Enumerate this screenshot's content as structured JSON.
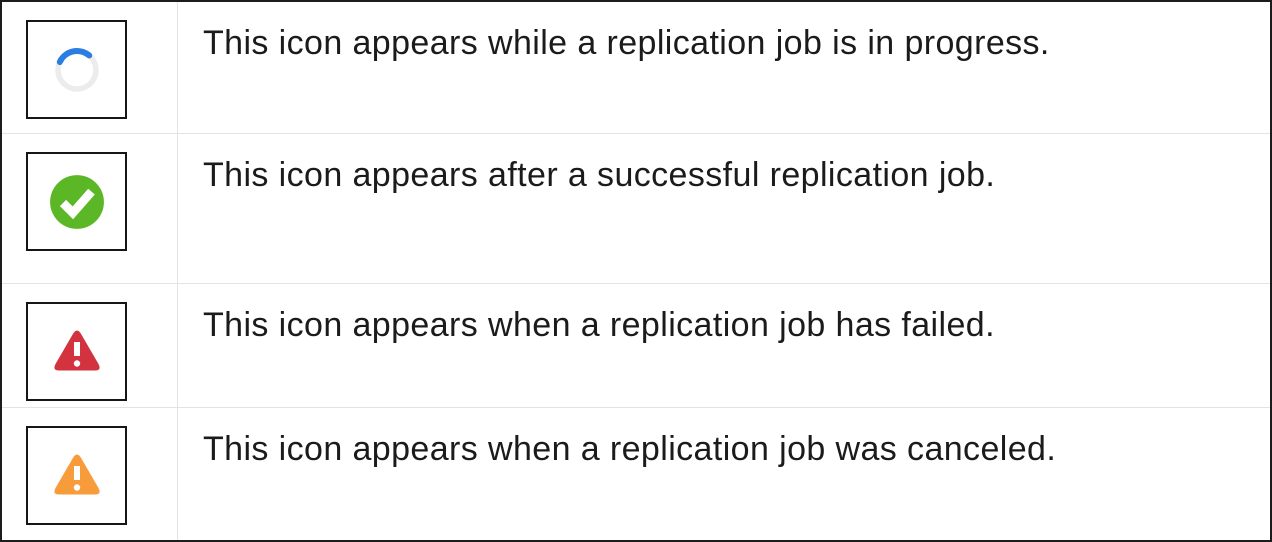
{
  "table": {
    "rows": [
      {
        "icon": "in-progress-spinner",
        "description": "This icon appears while a replication job is in progress."
      },
      {
        "icon": "success-check",
        "description": "This icon appears after a successful replication job."
      },
      {
        "icon": "failed-warning",
        "description": "This icon appears when a replication job has failed."
      },
      {
        "icon": "canceled-warning",
        "description": "This icon appears when a replication job was canceled."
      }
    ]
  },
  "colors": {
    "progress_blue": "#2b7de1",
    "spinner_track": "#ececec",
    "success_green": "#5cb727",
    "failed_red": "#d2333e",
    "canceled_orange": "#f79b3b",
    "grid_line": "#e3e3e3",
    "text": "#1b1b1b"
  }
}
